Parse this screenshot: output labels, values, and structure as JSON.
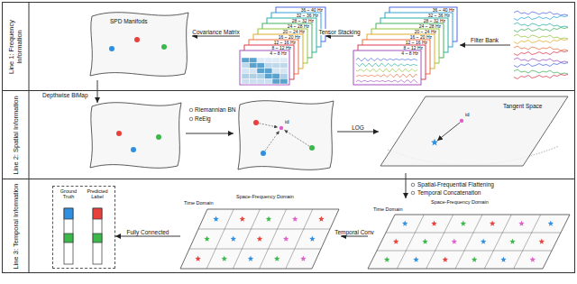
{
  "diagram": {
    "nodes": [
      {
        "text": [
          "Line 1: Frequency Information"
        ]
      },
      {
        "text": [
          "Line 2: Spatial Information"
        ]
      },
      {
        "text": [
          "Line 3: Temporal Information"
        ]
      },
      {
        "text": [
          "SPD Manifods"
        ],
        "in": 0
      },
      {
        "text": [
          "36 ~ 40 Hz",
          "32 ~ 36 Hz",
          "28 ~ 32 Hz",
          "24 ~ 28 Hz",
          "20 ~ 24 Hz",
          "16 ~ 20 Hz",
          "12 ~ 16 Hz",
          "8 ~ 12 Hz",
          "4 ~ 8 Hz"
        ],
        "in": 0
      },
      {
        "text": [
          "36 ~ 40 Hz",
          "32 ~ 36 Hz",
          "28 ~ 32 Hz",
          "24 ~ 28 Hz",
          "20 ~ 24 Hz",
          "16 ~ 20 Hz",
          "12 ~ 16 Hz",
          "8 ~ 12 Hz",
          "4 ~ 8 Hz"
        ],
        "in": 0
      },
      {
        "text": [
          "id"
        ],
        "in": 1
      },
      {
        "text": [
          "Tangent Space",
          "id"
        ],
        "in": 1
      },
      {
        "text": [
          "Ground Truth",
          "Predicted Label"
        ],
        "in": 2
      },
      {
        "text": [
          "Space-Frequency Domain",
          "Time Domain"
        ],
        "in": 2
      },
      {
        "text": [
          "Space-Frequency Domain",
          "Time Domain"
        ],
        "in": 2
      }
    ],
    "edges": [
      {
        "from": 5,
        "to": 4,
        "arrow": "to",
        "label": "Tensor Stacking"
      },
      {
        "from": 4,
        "to": 3,
        "arrow": "to",
        "label": "Covariance Matrix"
      },
      {
        "from": 6,
        "to": 7,
        "arrow": "to",
        "label": "LOG"
      },
      {
        "from": 7,
        "to": 10,
        "arrow": "to"
      },
      {
        "from": 10,
        "to": 9,
        "arrow": "to",
        "label": "Temporal Conv"
      },
      {
        "from": 9,
        "to": 8,
        "arrow": "to",
        "label": "Fully Connected"
      }
    ],
    "labels": [
      "Filter Bank",
      "Depthwise BiMap",
      "Riemannian BN",
      "ReEig",
      "Spatial-Frequential Flattening",
      "Temporal Concatenation"
    ]
  }
}
